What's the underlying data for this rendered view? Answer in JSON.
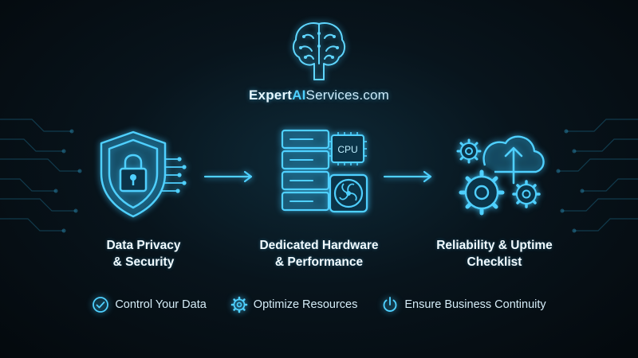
{
  "brand": {
    "part1": "Expert",
    "part2": "AI",
    "part3": "Services.com"
  },
  "features": [
    {
      "line1": "Data Privacy",
      "line2": "& Security",
      "icon": "shield-lock-icon"
    },
    {
      "line1": "Dedicated Hardware",
      "line2": "& Performance",
      "icon": "server-cpu-icon",
      "chip_label": "CPU"
    },
    {
      "line1": "Reliability & Uptime",
      "line2": "Checklist",
      "icon": "cloud-gears-icon"
    }
  ],
  "footer": [
    {
      "label": "Control Your Data",
      "icon": "check-circle-icon"
    },
    {
      "label": "Optimize Resources",
      "icon": "gear-icon"
    },
    {
      "label": "Ensure Business Continuity",
      "icon": "power-icon"
    }
  ],
  "colors": {
    "accent": "#4fd0ff",
    "background": "#07121a",
    "text": "#f2fbff"
  }
}
